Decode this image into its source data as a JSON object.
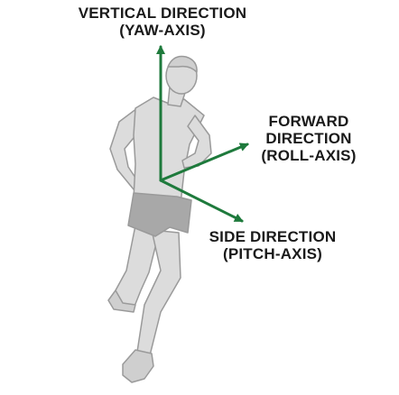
{
  "labels": {
    "yaw": {
      "line1": "VERTICAL DIRECTION",
      "line2": "(YAW-AXIS)"
    },
    "roll": {
      "line1": "FORWARD",
      "line2": "DIRECTION",
      "line3": "(ROLL-AXIS)"
    },
    "pitch": {
      "line1": "SIDE DIRECTION",
      "line2": "(PITCH-AXIS)"
    }
  },
  "colors": {
    "axis_arrow": "#1e7a3c",
    "figure_fill": "#dcdcdc",
    "figure_stroke": "#9a9a9a",
    "shorts_fill": "#a8a8a8",
    "text": "#1a1a1a"
  },
  "icons": {
    "figure": "runner-illustration"
  }
}
